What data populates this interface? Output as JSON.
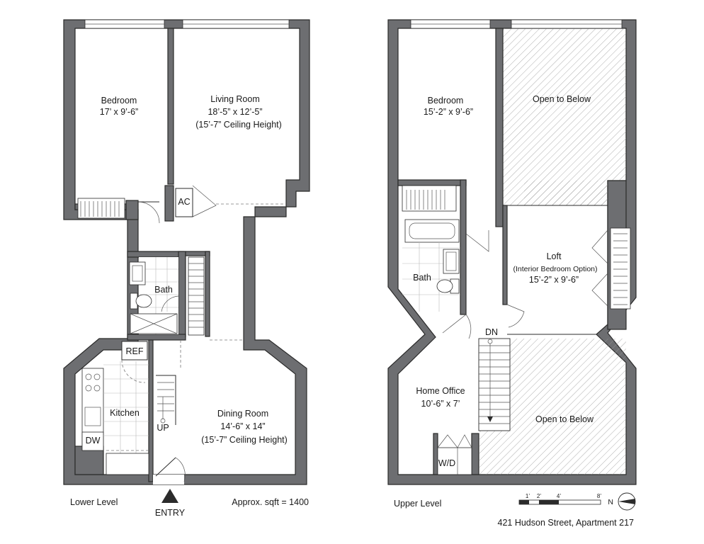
{
  "lower": {
    "bedroom": {
      "name": "Bedroom",
      "dims": "17’ x 9’-6”"
    },
    "living": {
      "name": "Living Room",
      "dims": "18’-5” x 12’-5”",
      "ceiling": "(15’-7” Ceiling Height)"
    },
    "ac": "AC",
    "bath": "Bath",
    "ref": "REF",
    "kitchen": "Kitchen",
    "dw": "DW",
    "up": "UP",
    "dining": {
      "name": "Dining Room",
      "dims": "14’-6” x 14”",
      "ceiling": "(15’-7” Ceiling Height)"
    },
    "level_label": "Lower Level",
    "entry": "ENTRY",
    "sqft": "Approx. sqft = 1400"
  },
  "upper": {
    "bedroom": {
      "name": "Bedroom",
      "dims": "15’-2” x 9’-6”"
    },
    "open_top": "Open to Below",
    "loft": {
      "name": "Loft",
      "option": "(Interior Bedroom Option)",
      "dims": "15’-2” x 9’-6”"
    },
    "bath": "Bath",
    "dn": "DN",
    "office": {
      "name": "Home Office",
      "dims": "10’-6” x 7’"
    },
    "open_bottom": "Open to Below",
    "wd": "W/D",
    "level_label": "Upper Level"
  },
  "scale": {
    "ticks": [
      "1’",
      "2’",
      "4’",
      "8’"
    ]
  },
  "north": "N",
  "address": "421 Hudson Street, Apartment 217",
  "icons": {
    "entry_arrow": "triangle-up-icon",
    "compass": "north-arrow-icon"
  }
}
